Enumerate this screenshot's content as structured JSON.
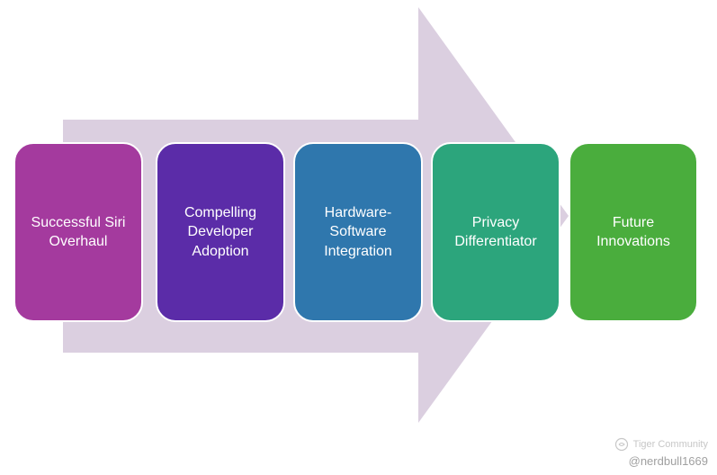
{
  "diagram": {
    "arrow_color": "#dbcfe0",
    "background_color": "#ffffff",
    "text_color": "#ffffff",
    "steps": [
      {
        "label": "Successful Siri Overhaul",
        "color": "#a43a9e"
      },
      {
        "label": "Compelling Developer Adoption",
        "color": "#5b2ca8"
      },
      {
        "label": "Hardware-Software Integration",
        "color": "#2f77ad"
      },
      {
        "label": "Privacy Differentiator",
        "color": "#2ca57c"
      },
      {
        "label": "Future Innovations",
        "color": "#4aad3d"
      }
    ]
  },
  "watermark": {
    "brand": "Tiger Community",
    "handle": "@nerdbull1669"
  }
}
